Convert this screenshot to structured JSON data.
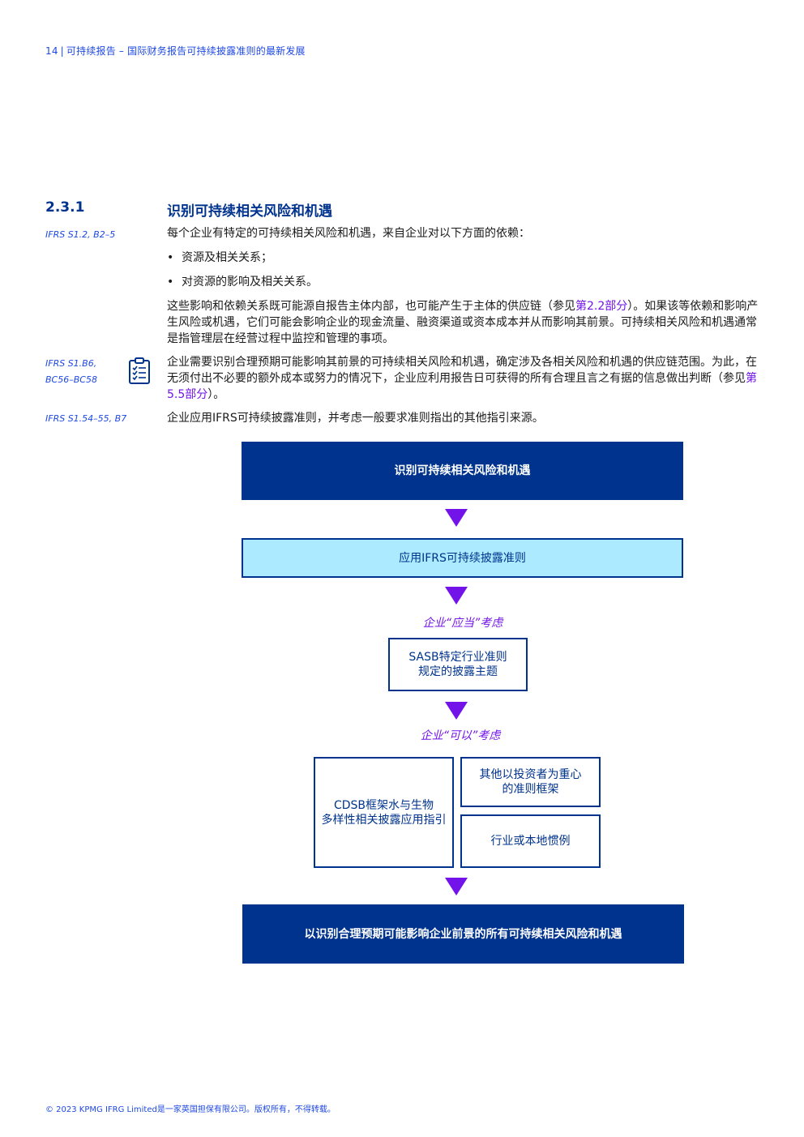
{
  "header": {
    "page_number": "14",
    "title": "可持续报告 – 国际财务报告可持续披露准则的最新发展"
  },
  "section": {
    "number": "2.3.1",
    "title": "识别可持续相关风险和机遇"
  },
  "refs": {
    "r1": "IFRS S1.2, B2–5",
    "r2_line1": "IFRS S1.B6,",
    "r2_line2": "BC56–BC58",
    "r3": "IFRS S1.54–55, B7"
  },
  "body": {
    "p1": "每个企业有特定的可持续相关风险和机遇，来自企业对以下方面的依赖：",
    "bullets": [
      "资源及相关关系；",
      "对资源的影响及相关关系。"
    ],
    "p2_before": "这些影响和依赖关系既可能源自报告主体内部，也可能产生于主体的供应链（参见",
    "p2_link": "第2.2部分",
    "p2_after": "）。如果该等依赖和影响产生风险或机遇，它们可能会影响企业的现金流量、融资渠道或资本成本并从而影响其前景。可持续相关风险和机遇通常是指管理层在经营过程中监控和管理的事项。",
    "p3_before": "企业需要识别合理预期可能影响其前景的可持续相关风险和机遇，确定涉及各相关风险和机遇的供应链范围。为此，在无须付出不必要的额外成本或努力的情况下，企业应利用报告日可获得的所有合理且言之有据的信息做出判断（参见",
    "p3_link": "第5.5部分",
    "p3_after": "）。",
    "p4": "企业应用IFRS可持续披露准则，并考虑一般要求准则指出的其他指引来源。"
  },
  "flow": {
    "step1": "识别可持续相关风险和机遇",
    "step2": "应用IFRS可持续披露准则",
    "should_consider": "企业“应当”考虑",
    "sasb_line1": "SASB特定行业准则",
    "sasb_line2": "规定的披露主题",
    "may_consider": "企业“可以”考虑",
    "cdsb_line1": "CDSB框架水与生物",
    "cdsb_line2": "多样性相关披露应用指引",
    "investor_line1": "其他以投资者为重心",
    "investor_line2": "的准则框架",
    "industry": "行业或本地惯例",
    "result": "以识别合理预期可能影响企业前景的所有可持续相关风险和机遇"
  },
  "footer": "© 2023 KPMG IFRG Limited是一家英国担保有限公司。版权所有，不得转载。",
  "colors": {
    "navy": "#00338d",
    "light_blue": "#aceaff",
    "purple": "#7213ea",
    "blue_text": "#1e49e2"
  },
  "icons": {
    "clipboard": "clipboard-checklist-icon"
  }
}
